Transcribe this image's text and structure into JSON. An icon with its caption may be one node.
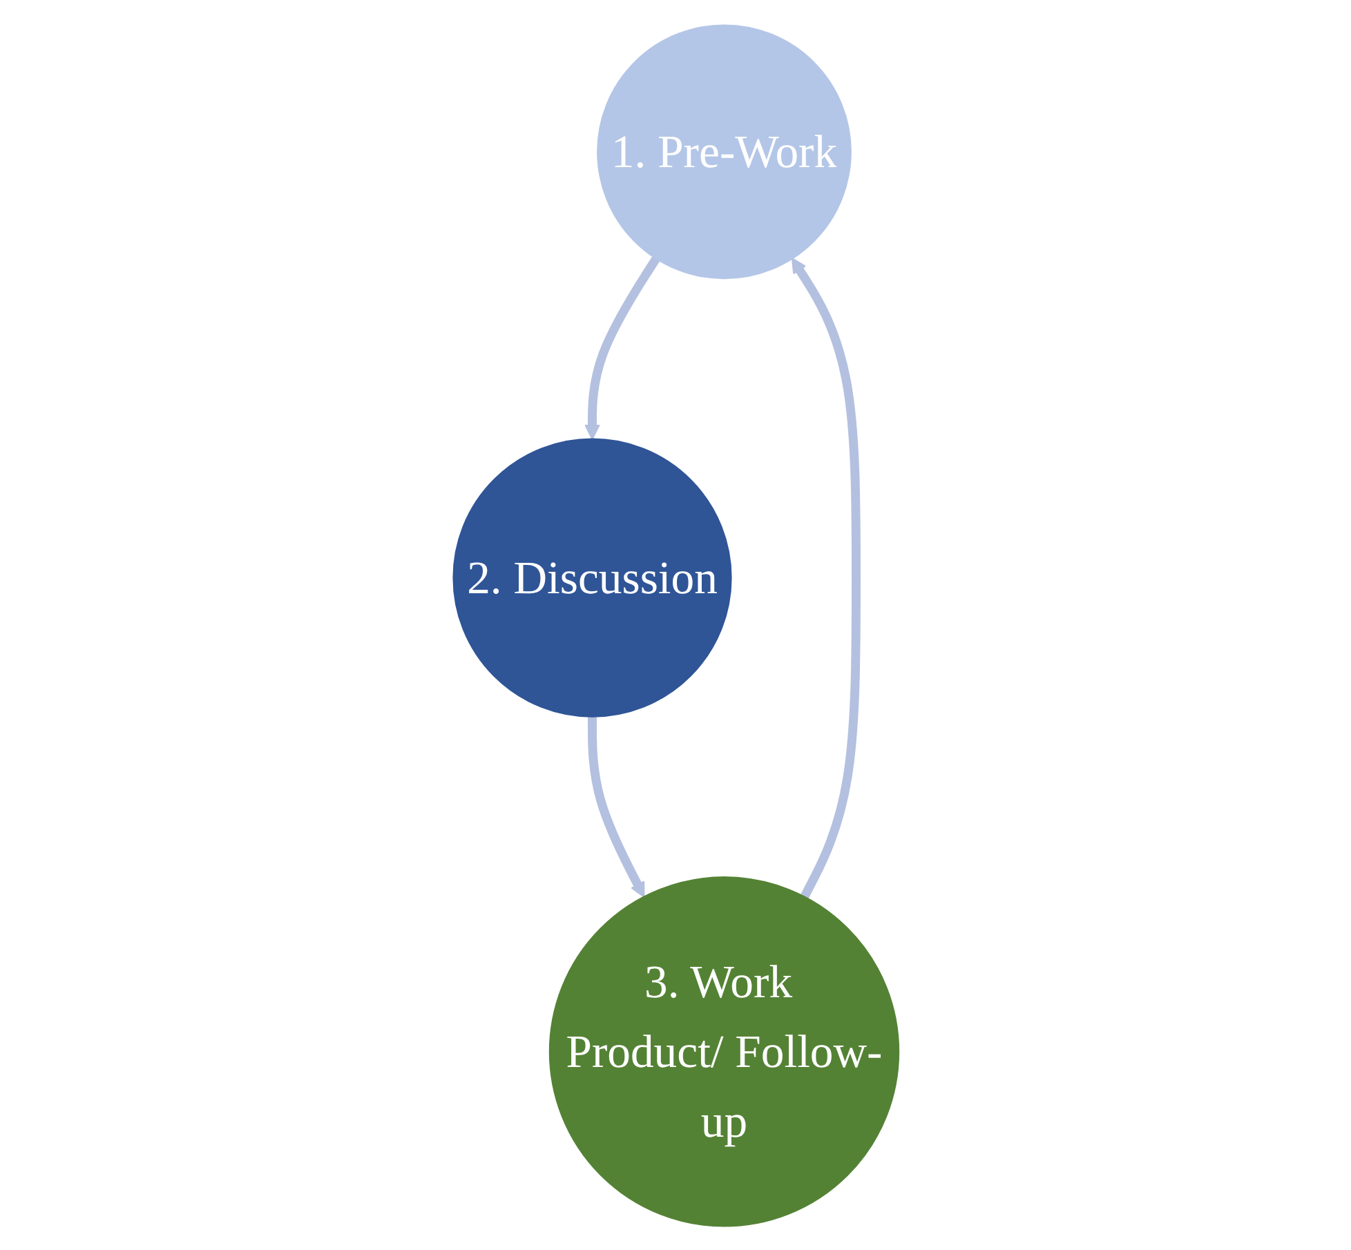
{
  "diagram": {
    "nodes": [
      {
        "text": [
          "1. Pre-Work"
        ]
      },
      {
        "text": [
          "2. Discussion"
        ]
      },
      {
        "text": [
          "3. Work Product/ Follow-up"
        ]
      }
    ],
    "edges": [
      {
        "from": 0,
        "to": 1,
        "arrow": "to"
      },
      {
        "from": 1,
        "to": 2,
        "arrow": "to"
      },
      {
        "from": 2,
        "to": 0,
        "arrow": "to"
      }
    ]
  }
}
